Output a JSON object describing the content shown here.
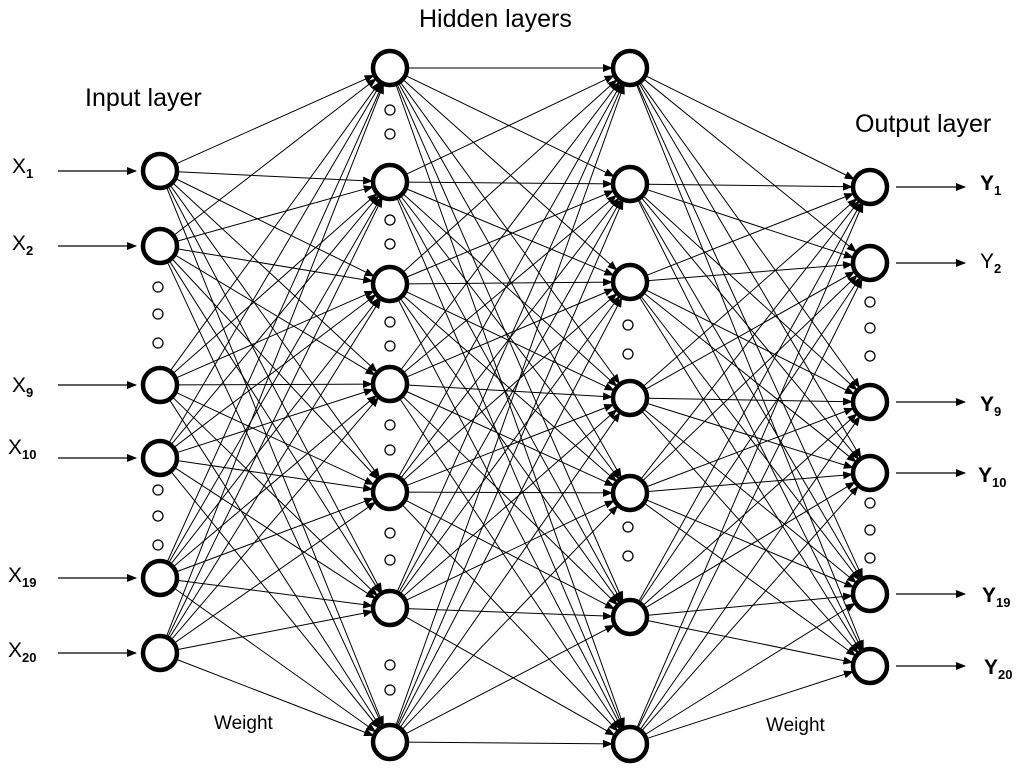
{
  "titles": {
    "input": "Input layer",
    "hidden": "Hidden layers",
    "output": "Output layer"
  },
  "weight_labels": [
    "Weight",
    "Weight"
  ],
  "inputs": [
    {
      "base": "X",
      "sub": "1"
    },
    {
      "base": "X",
      "sub": "2"
    },
    {
      "base": "X",
      "sub": "9"
    },
    {
      "base": "X",
      "sub": "10"
    },
    {
      "base": "X",
      "sub": "19"
    },
    {
      "base": "X",
      "sub": "20"
    }
  ],
  "outputs": [
    {
      "base": "Y",
      "sub": "1"
    },
    {
      "base": "Y",
      "sub": "2"
    },
    {
      "base": "Y",
      "sub": "9"
    },
    {
      "base": "Y",
      "sub": "10"
    },
    {
      "base": "Y",
      "sub": "19"
    },
    {
      "base": "Y",
      "sub": "20"
    }
  ],
  "colors": {
    "stroke": "#000000",
    "background": "#ffffff"
  }
}
